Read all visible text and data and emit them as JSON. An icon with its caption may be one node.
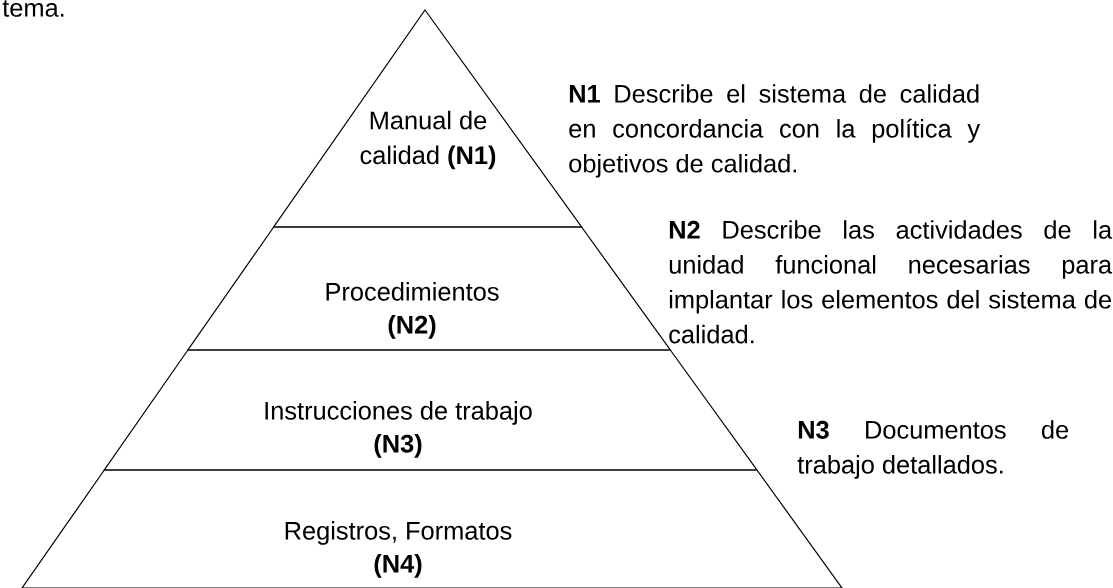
{
  "diagram": {
    "nodes": [
      {
        "text": [
          "Manual de calidad **(N1)**"
        ],
        "beside": [
          "**N1** Describe el sistema de calidad en concordancia con la política y objetivos de calidad."
        ]
      },
      {
        "text": [
          "Procedimientos",
          "(N2)"
        ],
        "beside": [
          "**N2** Describe las actividades de la unidad funcional necesarias para implantar los elementos del sistema de calidad."
        ]
      },
      {
        "text": [
          "Instrucciones de trabajo",
          "(N3)"
        ]
      },
      {
        "text": [
          "Registros, Formatos",
          "(N4)"
        ]
      }
    ],
    "labels": [
      "tema.",
      "**N3** Documentos de trabajo detallados."
    ]
  }
}
